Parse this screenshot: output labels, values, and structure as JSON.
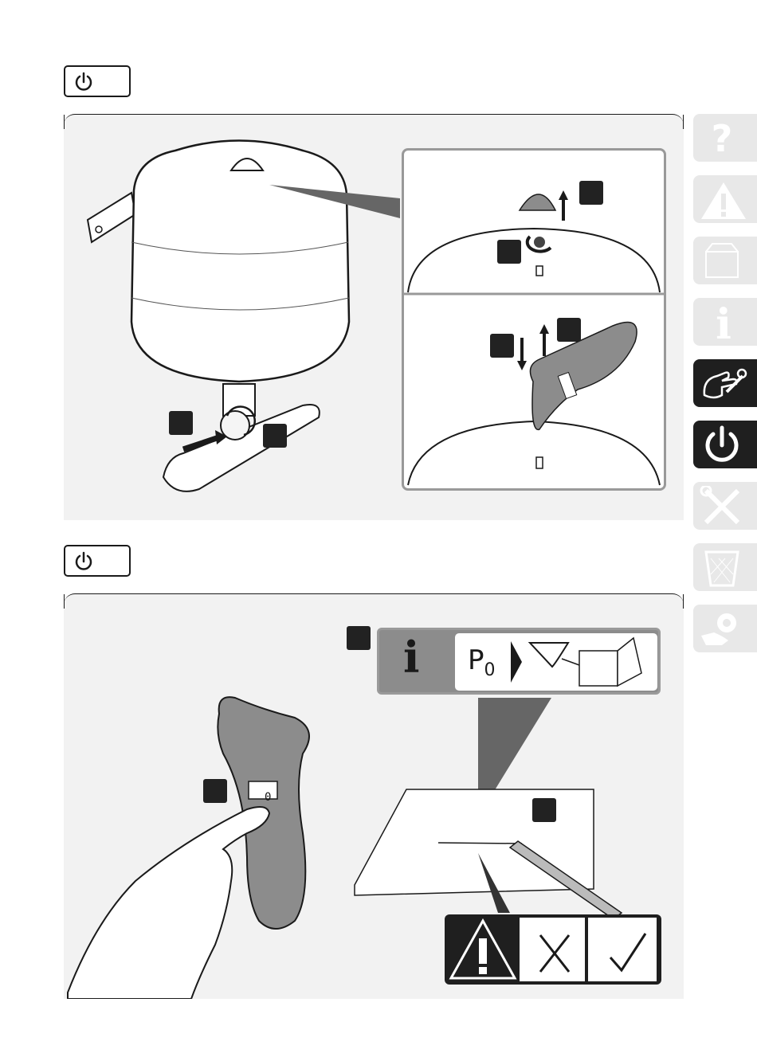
{
  "sections": [
    {
      "header_icon": "power-icon"
    },
    {
      "header_icon": "power-icon"
    }
  ],
  "side_tabs": [
    {
      "icon": "question-icon",
      "active": false
    },
    {
      "icon": "warning-icon",
      "active": false
    },
    {
      "icon": "box-icon",
      "active": false
    },
    {
      "icon": "info-icon",
      "active": false
    },
    {
      "icon": "installation-icon",
      "active": true
    },
    {
      "icon": "power-icon",
      "active": true
    },
    {
      "icon": "tools-icon",
      "active": false
    },
    {
      "icon": "recycle-bin-icon",
      "active": false
    },
    {
      "icon": "service-icon",
      "active": false
    }
  ],
  "info_callout": {
    "symbol": "i",
    "label_main": "P",
    "label_sub": "0"
  },
  "gauge_display_value": "0",
  "colors": {
    "panel_bg": "#f2f2f2",
    "active_tab": "#1f1f1f",
    "inactive_tab": "#e8e8e8",
    "gauge_grey": "#8c8c8c",
    "badge": "#222222"
  }
}
